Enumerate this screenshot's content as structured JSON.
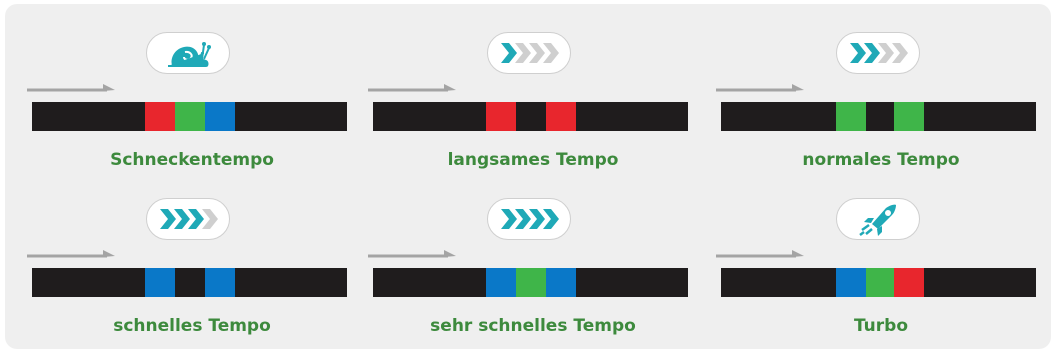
{
  "colors": {
    "teal": "#1fa9b7",
    "grey_chevron": "#cfcfcf",
    "red": "#e8262d",
    "green": "#3fb549",
    "blue": "#0a78c8",
    "bar": "#1f1c1d",
    "label": "#3d8a3d",
    "arrow": "#a4a4a4"
  },
  "speeds": [
    {
      "label": "Schneckentempo",
      "icon": "snail-icon",
      "codes": [
        "red",
        "green",
        "blue"
      ]
    },
    {
      "label": "langsames Tempo",
      "icon": "chevrons-1of4-icon",
      "codes": [
        "red",
        "black",
        "red"
      ]
    },
    {
      "label": "normales Tempo",
      "icon": "chevrons-2of4-icon",
      "codes": [
        "green",
        "black",
        "green"
      ]
    },
    {
      "label": "schnelles Tempo",
      "icon": "chevrons-3of4-icon",
      "codes": [
        "blue",
        "black",
        "blue"
      ]
    },
    {
      "label": "sehr schnelles Tempo",
      "icon": "chevrons-4of4-icon",
      "codes": [
        "blue",
        "green",
        "blue"
      ]
    },
    {
      "label": "Turbo",
      "icon": "rocket-icon",
      "codes": [
        "blue",
        "green",
        "red"
      ]
    }
  ]
}
